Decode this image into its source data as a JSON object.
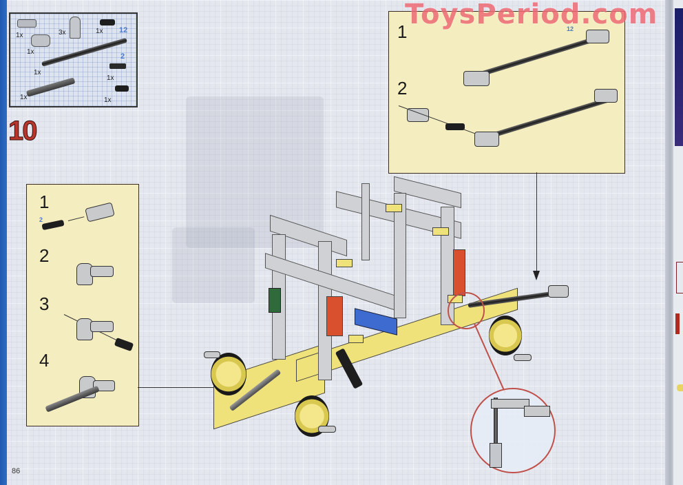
{
  "watermark": {
    "text": "ToysPeriod.com",
    "color": "#ee6a74"
  },
  "page": {
    "number": "86",
    "spine_color": "#2e6cc4",
    "background": "#e4e7ee"
  },
  "step": {
    "number": "10",
    "color": "#b8362c"
  },
  "parts_list": {
    "items": [
      {
        "qty": "1x",
        "part": "grey-axle-connector"
      },
      {
        "qty": "3x",
        "part": "grey-pin-connector-perpendicular"
      },
      {
        "qty": "1x",
        "part": "black-friction-pin"
      },
      {
        "qty": "1x",
        "part": "grey-axle-joiner-perpendicular"
      },
      {
        "qty": "1x",
        "part": "black-axle",
        "length_badge": "12"
      },
      {
        "qty": "1x",
        "part": "black-axle",
        "length_badge": "2"
      },
      {
        "qty": "1x",
        "part": "grey-shock-link"
      },
      {
        "qty": "1x",
        "part": "black-pin-with-bush"
      }
    ]
  },
  "subassembly_top_right": {
    "background": "#f4edbf",
    "steps": [
      {
        "number": "1",
        "axle_badge": "12",
        "description": "axle-12-with-two-connectors"
      },
      {
        "number": "2",
        "description": "attach-connector-and-pin-to-axle"
      }
    ]
  },
  "subassembly_left": {
    "background": "#f4edbf",
    "steps": [
      {
        "number": "1",
        "axle_badge": "2",
        "description": "insert-axle-2-into-connector"
      },
      {
        "number": "2",
        "description": "perpendicular-connector"
      },
      {
        "number": "3",
        "description": "insert-pin-into-connector"
      },
      {
        "number": "4",
        "description": "attach-link-arm"
      }
    ]
  },
  "detail_callout": {
    "border_color": "#c0504a"
  },
  "model": {
    "colors": {
      "yellow": "#f0e27a",
      "grey": "#cfd1d4",
      "red": "#d9502e",
      "blue": "#3d6bd0",
      "green": "#2f6a3a"
    }
  }
}
